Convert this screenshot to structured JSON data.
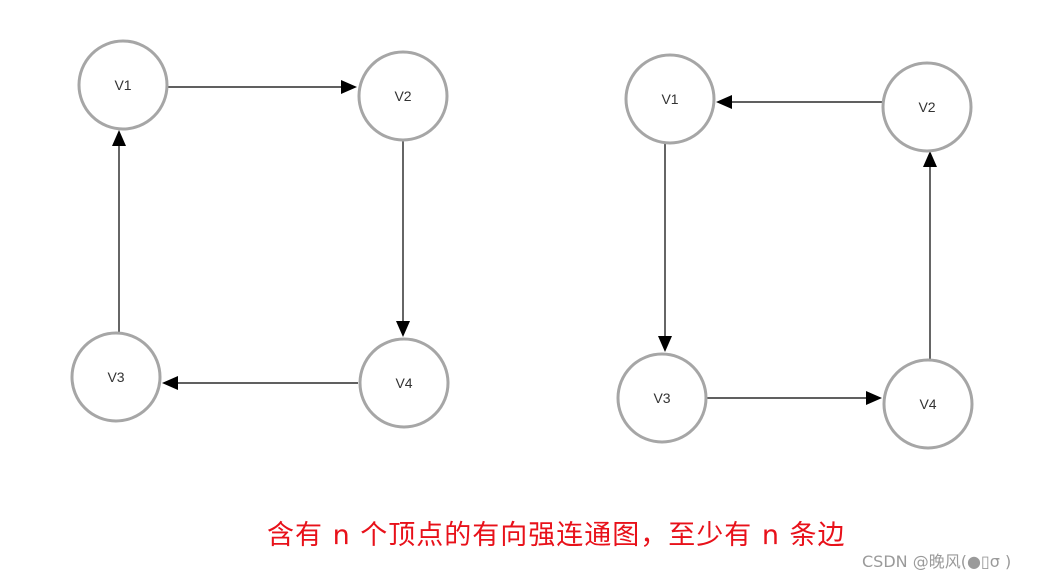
{
  "graph_left": {
    "nodes": [
      {
        "id": "V1",
        "label": "V1"
      },
      {
        "id": "V2",
        "label": "V2"
      },
      {
        "id": "V3",
        "label": "V3"
      },
      {
        "id": "V4",
        "label": "V4"
      }
    ],
    "edges": [
      {
        "from": "V1",
        "to": "V2"
      },
      {
        "from": "V2",
        "to": "V4"
      },
      {
        "from": "V4",
        "to": "V3"
      },
      {
        "from": "V3",
        "to": "V1"
      }
    ]
  },
  "graph_right": {
    "nodes": [
      {
        "id": "V1",
        "label": "V1"
      },
      {
        "id": "V2",
        "label": "V2"
      },
      {
        "id": "V3",
        "label": "V3"
      },
      {
        "id": "V4",
        "label": "V4"
      }
    ],
    "edges": [
      {
        "from": "V2",
        "to": "V1"
      },
      {
        "from": "V1",
        "to": "V3"
      },
      {
        "from": "V3",
        "to": "V4"
      },
      {
        "from": "V4",
        "to": "V2"
      }
    ]
  },
  "caption": "含有 n 个顶点的有向强连通图，至少有 n 条边",
  "watermark": "CSDN @晚风(●▯σ )",
  "colors": {
    "caption": "#e8111a",
    "node_stroke": "#a6a6a6",
    "edge": "#000000"
  }
}
